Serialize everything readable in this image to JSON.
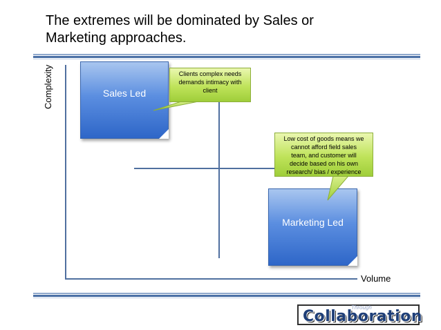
{
  "title": "The extremes will be dominated by Sales or\nMarketing approaches.",
  "axes": {
    "y_label": "Complexity",
    "x_label": "Volume"
  },
  "boxes": {
    "sales": "Sales Led",
    "marketing": "Marketing Led"
  },
  "callouts": {
    "sales": "Clients complex needs\ndemands intimacy with\nclient",
    "marketing": "Low cost of goods means we\ncannot afford field sales\nteam, and customer will\ndecide based on his own\nresearch/ bias / experience"
  },
  "logo": {
    "tag": "Through",
    "word": "Collaboration"
  },
  "colors": {
    "box_blue": "#5b8ee0",
    "callout_green": "#bfe35a",
    "axis": "#4f6f9f",
    "logo_text": "#1f3f78"
  }
}
